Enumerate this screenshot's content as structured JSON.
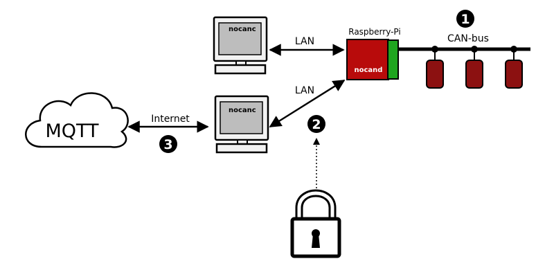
{
  "cloud": {
    "label": "MQTT"
  },
  "links": {
    "internet": "Internet",
    "lan_top": "LAN",
    "lan_bottom": "LAN"
  },
  "computers": {
    "top": {
      "screen_label": "nocanc"
    },
    "bottom": {
      "screen_label": "nocanc"
    }
  },
  "raspberry": {
    "title": "Raspberry-Pi",
    "board_label": "nocand"
  },
  "bus": {
    "label": "CAN-bus",
    "node_count": 3
  },
  "markers": {
    "one": "1",
    "two": "2",
    "three": "3"
  },
  "colors": {
    "board_red": "#b80b0b",
    "board_green": "#1fa51f",
    "node_red": "#8c1111",
    "screen_grey": "#bdbdbd",
    "case_grey": "#f2f2f2"
  },
  "icons": {
    "lock": "padlock-icon"
  }
}
